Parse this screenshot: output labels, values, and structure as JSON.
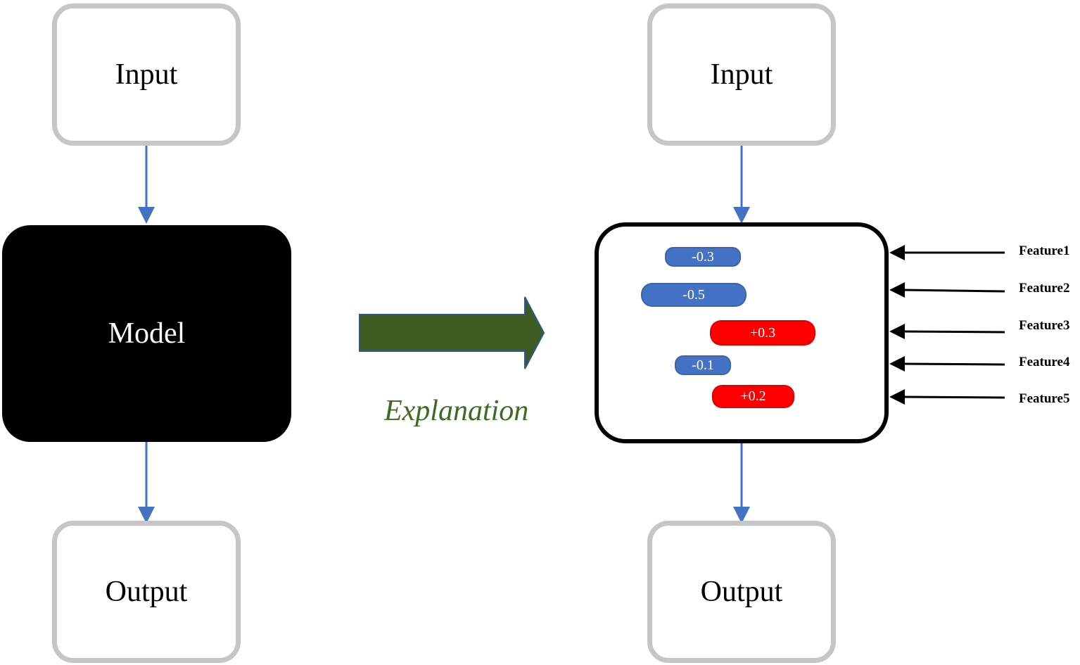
{
  "left": {
    "input_label": "Input",
    "model_label": "Model",
    "output_label": "Output"
  },
  "center": {
    "explanation_label": "Explanation"
  },
  "right": {
    "input_label": "Input",
    "output_label": "Output",
    "features": [
      {
        "name": "Feature1",
        "value": "-0.3"
      },
      {
        "name": "Feature2",
        "value": "-0.5"
      },
      {
        "name": "Feature3",
        "value": "+0.3"
      },
      {
        "name": "Feature4",
        "value": "-0.1"
      },
      {
        "name": "Feature5",
        "value": "+0.2"
      }
    ]
  },
  "colors": {
    "io_border": "#c6c6c6",
    "model_fill": "#000000",
    "flow_arrow": "#4472c4",
    "big_arrow_fill": "#3e5b22",
    "big_arrow_stroke": "#2f5597",
    "explanation_text": "#3e6b22",
    "negative": "#4472c4",
    "positive": "#ff0000"
  }
}
